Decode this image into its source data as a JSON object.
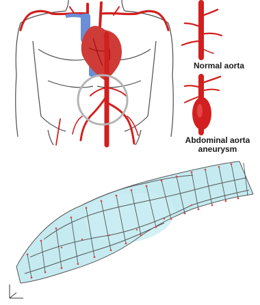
{
  "labels": {
    "normal_aorta": "Normal aorta",
    "abdominal_line1": "Abdominal aorta",
    "abdominal_line2": "aneurysm"
  },
  "colors": {
    "artery_red": "#d21f1f",
    "artery_dark": "#9e1010",
    "heart": "#cf3b36",
    "vein_blue": "#6b8ed6",
    "body_outline": "#4a4a4a",
    "highlight_circle": "#b4b4b4",
    "mesh_lines": "#555555",
    "mesh_fill": "#b7e6ee",
    "mesh_markers": "#d24b4b"
  },
  "icons": {
    "axis_triad": "xyz-axes-icon"
  }
}
